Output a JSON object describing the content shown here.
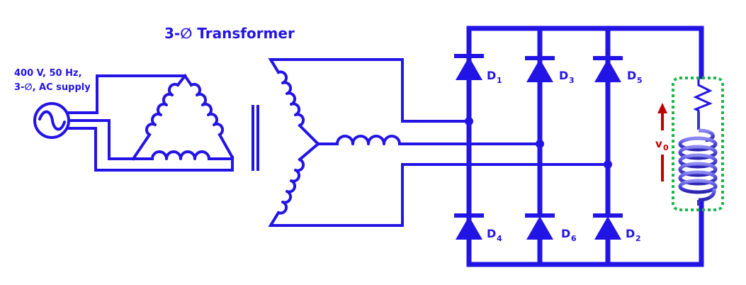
{
  "title": "3-∅ Transformer",
  "supply": {
    "line1": "400 V, 50 Hz,",
    "line2": "3-∅, AC supply",
    "icon": "ac-source-icon"
  },
  "primary_winding": "delta",
  "secondary_winding": "star",
  "diodes": [
    {
      "letter": "D",
      "sub": "1"
    },
    {
      "letter": "D",
      "sub": "3"
    },
    {
      "letter": "D",
      "sub": "5"
    },
    {
      "letter": "D",
      "sub": "4"
    },
    {
      "letter": "D",
      "sub": "6"
    },
    {
      "letter": "D",
      "sub": "2"
    }
  ],
  "output": {
    "voltage_letter": "v",
    "voltage_sub": "0",
    "load": "RL"
  },
  "colors": {
    "circuit": "#2314e6",
    "voltage_arrow": "#c00000",
    "load_box": "#1db34a",
    "coil": "#5a55e0"
  }
}
